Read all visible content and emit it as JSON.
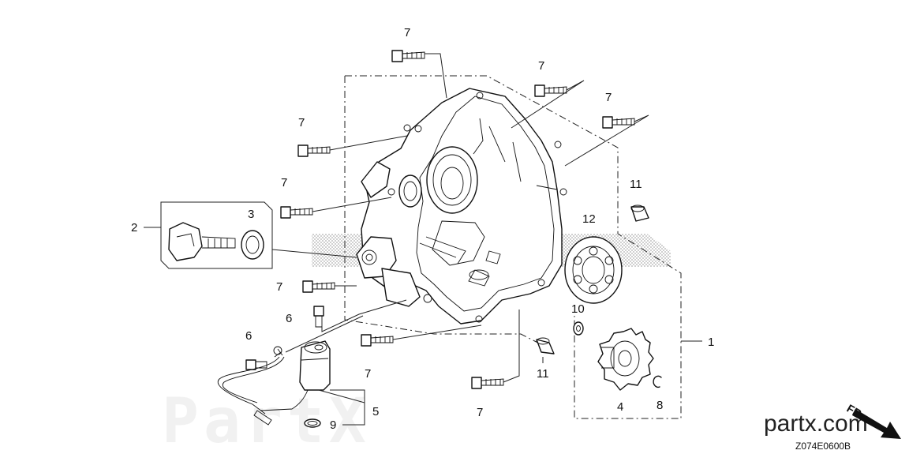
{
  "callouts": [
    {
      "id": "c1",
      "text": "1"
    },
    {
      "id": "c2",
      "text": "2"
    },
    {
      "id": "c3",
      "text": "3"
    },
    {
      "id": "c4",
      "text": "4"
    },
    {
      "id": "c5",
      "text": "5"
    },
    {
      "id": "c6a",
      "text": "6"
    },
    {
      "id": "c6b",
      "text": "6"
    },
    {
      "id": "c7a",
      "text": "7"
    },
    {
      "id": "c7b",
      "text": "7"
    },
    {
      "id": "c7c",
      "text": "7"
    },
    {
      "id": "c7d",
      "text": "7"
    },
    {
      "id": "c7e",
      "text": "7"
    },
    {
      "id": "c7f",
      "text": "7"
    },
    {
      "id": "c7g",
      "text": "7"
    },
    {
      "id": "c7h",
      "text": "7"
    },
    {
      "id": "c8",
      "text": "8"
    },
    {
      "id": "c9",
      "text": "9"
    },
    {
      "id": "c10",
      "text": "10"
    },
    {
      "id": "c11a",
      "text": "11"
    },
    {
      "id": "c11b",
      "text": "11"
    },
    {
      "id": "c12",
      "text": "12"
    }
  ],
  "brand": "partx.com",
  "diagram_code": "Z074E0600B",
  "direction_marker": "FR.",
  "watermark": "PartX",
  "colors": {
    "line": "#111111",
    "shading": "#bdbdbd",
    "watermark": "#f1f1f1"
  }
}
